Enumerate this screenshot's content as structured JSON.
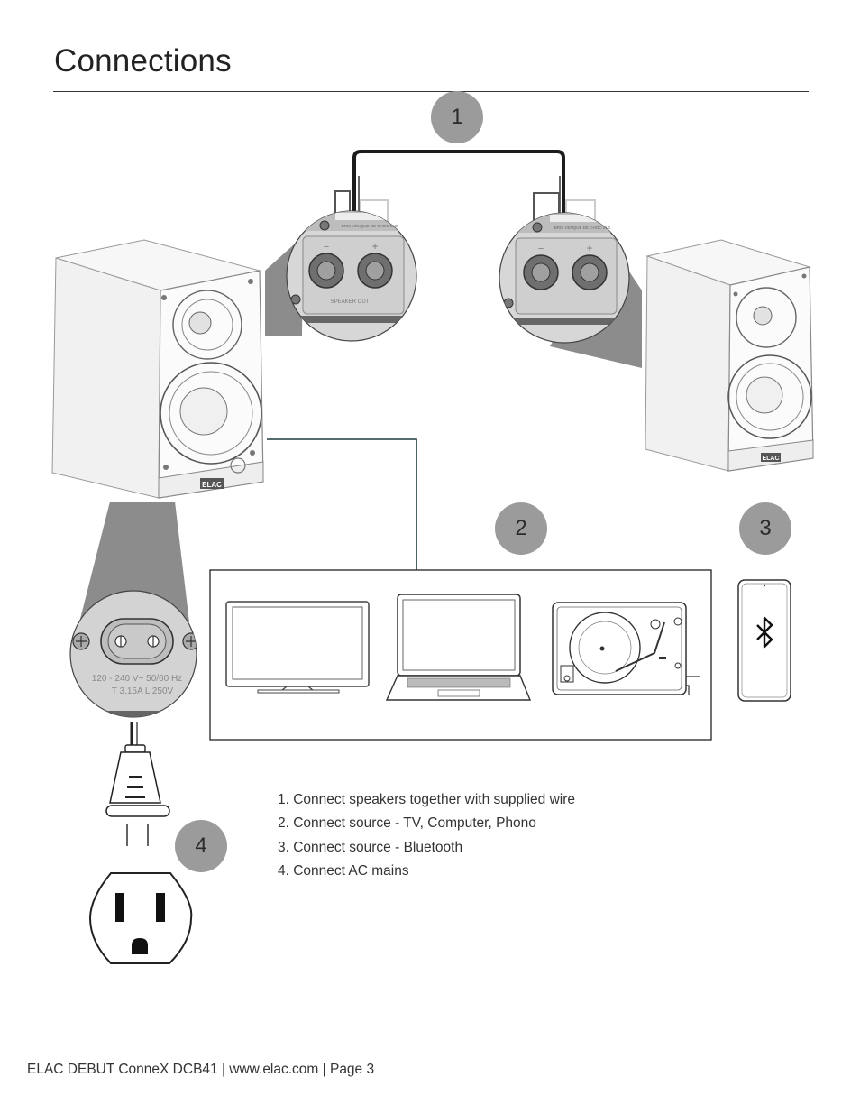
{
  "page": {
    "title": "Connections",
    "footer": "ELAC DEBUT ConneX DCB41 | www.elac.com | Page 3"
  },
  "steps": [
    {
      "number": "1",
      "text": "1.  Connect speakers together with supplied wire"
    },
    {
      "number": "2",
      "text": "2. Connect source - TV, Computer, Phono"
    },
    {
      "number": "3",
      "text": "3. Connect source - Bluetooth"
    },
    {
      "number": "4",
      "text": "4. Connect AC mains"
    }
  ],
  "diagram": {
    "speaker_brand": "ELAC",
    "jack_panel_text": "BRIS VENQUE DE CHOC ELE",
    "jack_minus": "−",
    "jack_plus": "+",
    "jack_label": "SPEAKER OUT",
    "power_rating_line1": "120 - 240 V~  50/60 Hz",
    "power_rating_line2": "T 3.15A L 250V",
    "bluetooth_icon": "bluetooth-icon"
  },
  "colors": {
    "badge": "#9b9b9b",
    "cable": "#1c1c1c",
    "source_line": "#1f3b3b",
    "shadow": "#8a8a8a"
  }
}
